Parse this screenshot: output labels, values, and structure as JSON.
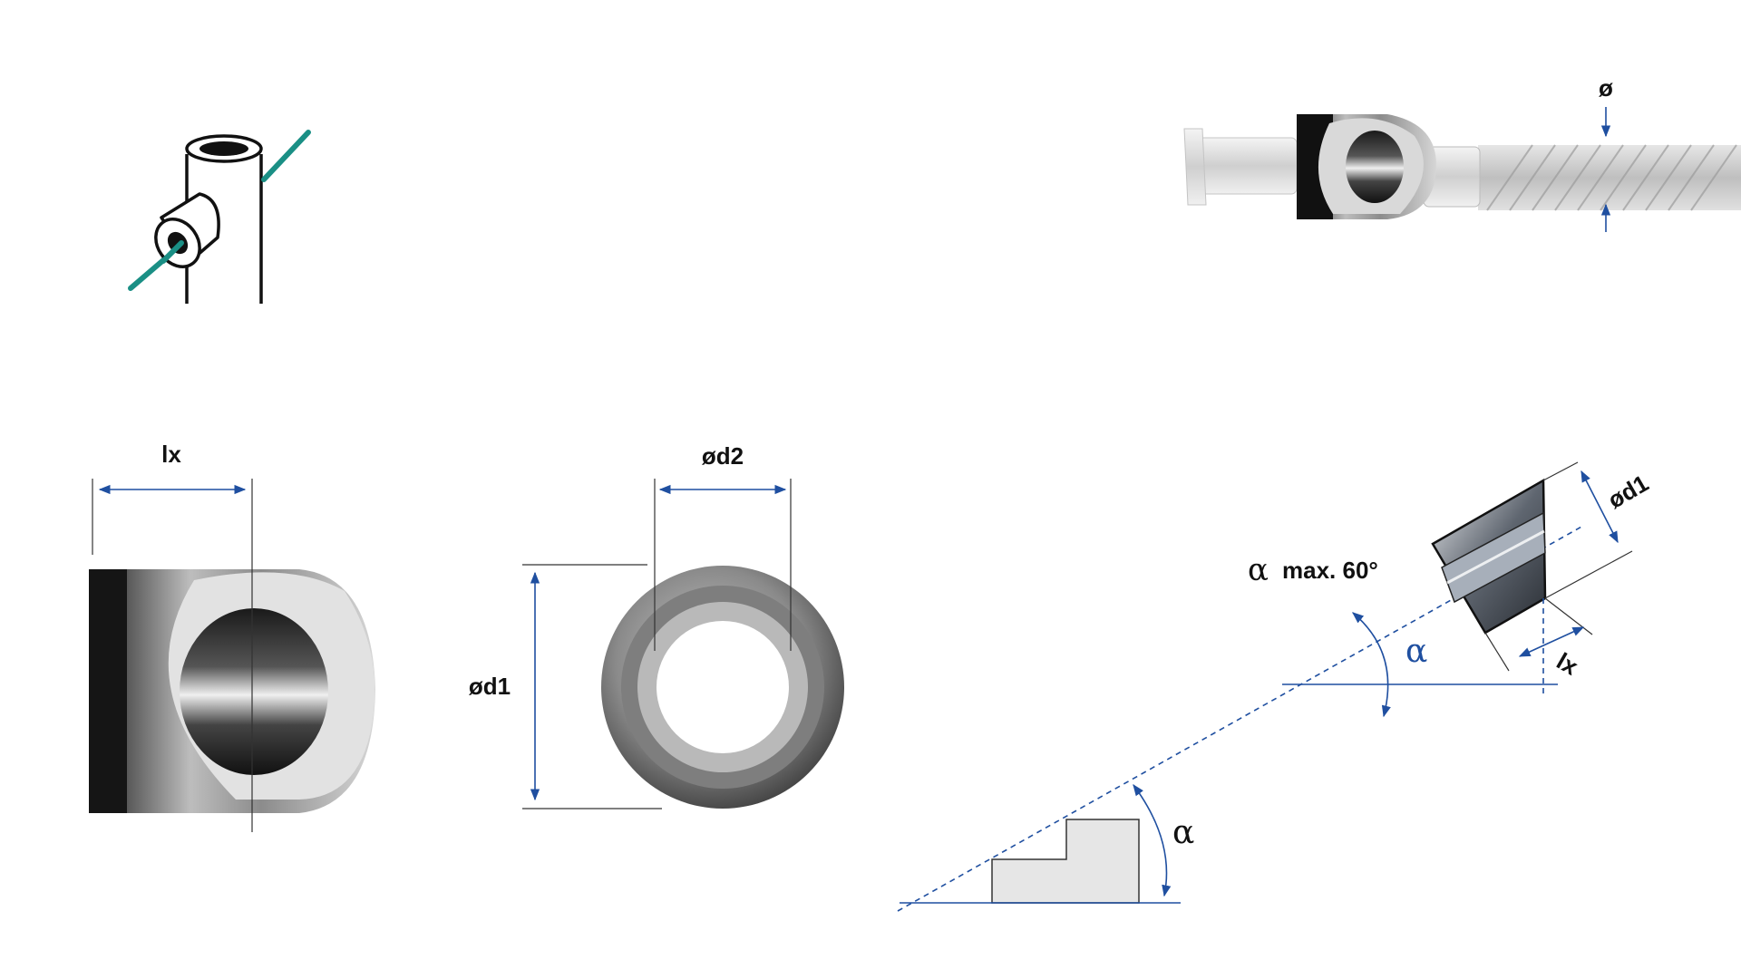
{
  "diagram": {
    "labels": {
      "lx_side": "lx",
      "d2_front": "ød2",
      "d1_front": "ød1",
      "d1_angled": "ød1",
      "lx_angled": "lx",
      "cable_diameter": "ø",
      "alpha_max": "max. 60°",
      "alpha_symbol": "α"
    },
    "colors": {
      "dimension_line": "#1f4fa0",
      "cable_icon": "#1a8f85",
      "step_fill": "#e6e6e6",
      "metal_dark": "#2a2a2a",
      "metal_light": "#d8d8d8"
    },
    "icons": {
      "mounting": "post-with-cable-fitting-icon",
      "product": "cable-end-fitting-photo"
    }
  }
}
